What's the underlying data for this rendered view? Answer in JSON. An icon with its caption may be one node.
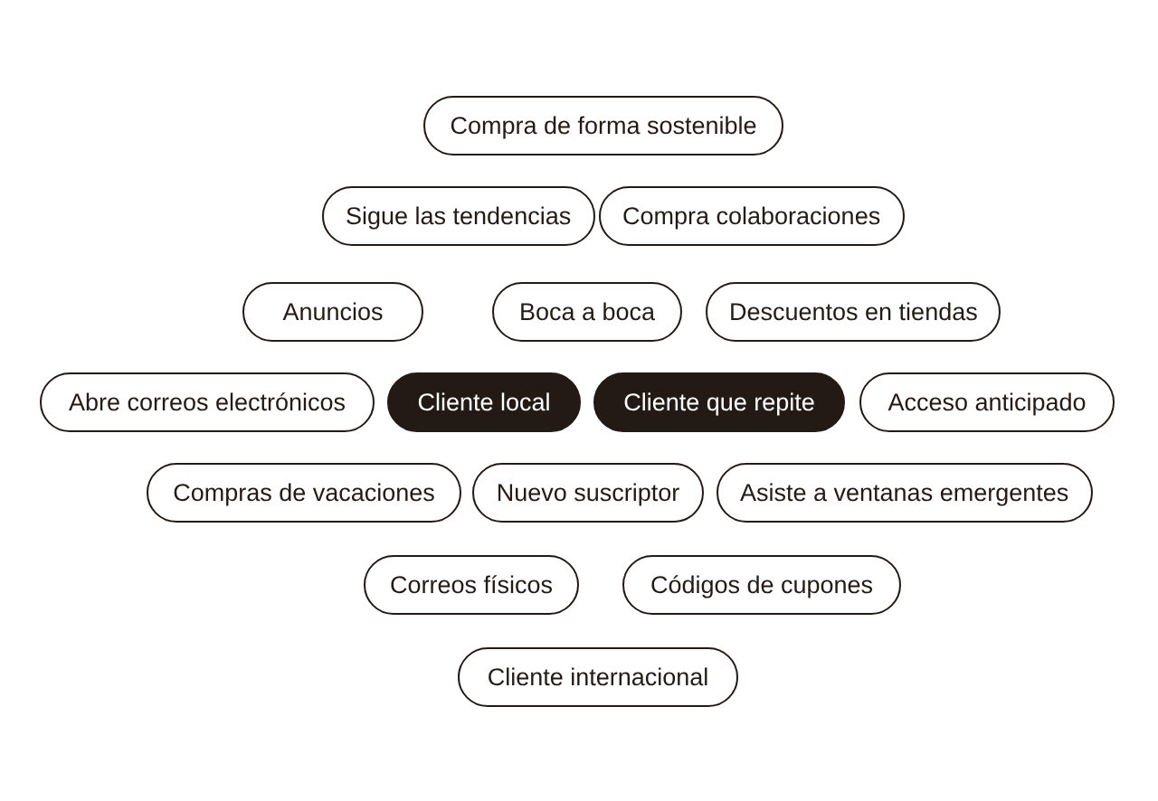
{
  "diagram": {
    "nodes": [
      {
        "text": [
          "Compra de forma sostenible"
        ]
      },
      {
        "text": [
          "Sigue las tendencias"
        ]
      },
      {
        "text": [
          "Compra colaboraciones"
        ]
      },
      {
        "text": [
          "Anuncios"
        ]
      },
      {
        "text": [
          "Boca a boca"
        ]
      },
      {
        "text": [
          "Descuentos en tiendas"
        ]
      },
      {
        "text": [
          "Abre correos electrónicos"
        ]
      },
      {
        "text": [
          "Cliente local"
        ]
      },
      {
        "text": [
          "Cliente que repite"
        ]
      },
      {
        "text": [
          "Acceso anticipado"
        ]
      },
      {
        "text": [
          "Compras de vacaciones"
        ]
      },
      {
        "text": [
          "Nuevo suscriptor"
        ]
      },
      {
        "text": [
          "Asiste a ventanas emergentes"
        ]
      },
      {
        "text": [
          "Correos físicos"
        ]
      },
      {
        "text": [
          "Códigos de cupones"
        ]
      },
      {
        "text": [
          "Cliente internacional"
        ]
      }
    ],
    "edges": []
  }
}
